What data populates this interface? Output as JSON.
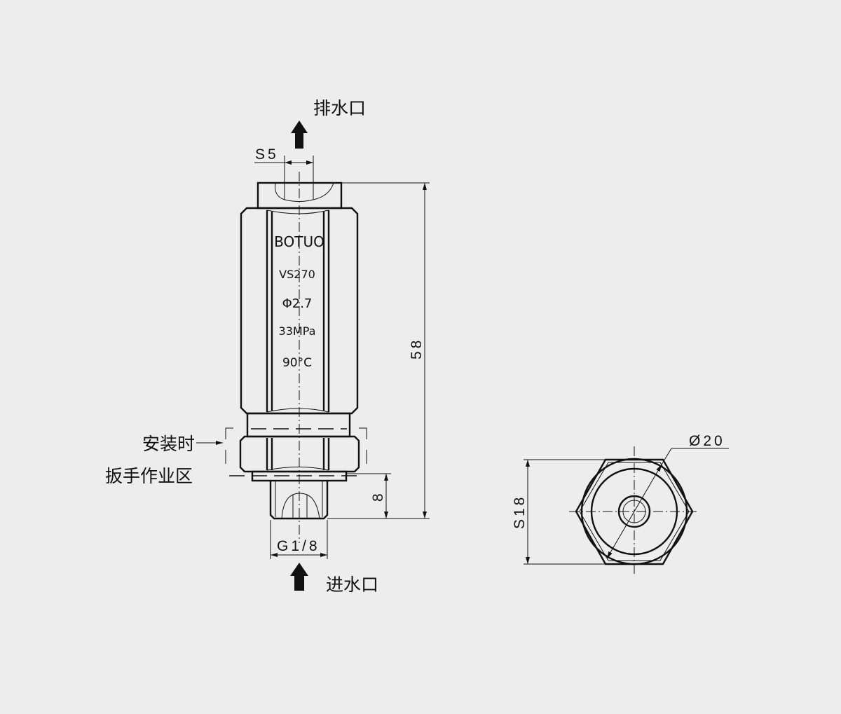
{
  "labels": {
    "outlet": "排水口",
    "inlet": "进水口",
    "wrench_line1": "安装时",
    "wrench_line2": "扳手作业区"
  },
  "marking": {
    "brand": "BOTUO",
    "model": "VS270",
    "orifice": "Φ2.7",
    "pressure": "33MPa",
    "temperature": "90°C"
  },
  "dimensions": {
    "outlet_hex": "S5",
    "total_length": "58",
    "thread_length": "8",
    "thread": "G1/8",
    "diameter": "Ø20",
    "hex_size": "S18"
  },
  "colors": {
    "background": "#ededed",
    "line": "#111111"
  }
}
